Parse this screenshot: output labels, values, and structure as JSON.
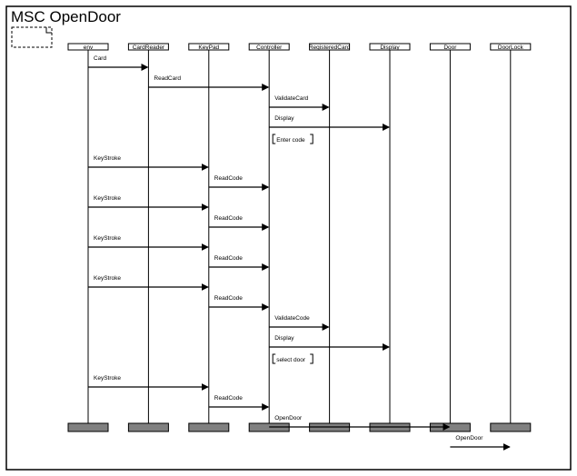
{
  "title": "MSC OpenDoor",
  "instances": [
    {
      "id": "env",
      "label": "env"
    },
    {
      "id": "cardreader",
      "label": "CardReader"
    },
    {
      "id": "keypad",
      "label": "KeyPad"
    },
    {
      "id": "controller",
      "label": "Controller"
    },
    {
      "id": "registeredcard",
      "label": "RegisteredCard"
    },
    {
      "id": "display",
      "label": "Display"
    },
    {
      "id": "door",
      "label": "Door"
    },
    {
      "id": "doorlock",
      "label": "DoorLock"
    }
  ],
  "messages": [
    {
      "from": "env",
      "to": "cardreader",
      "label": "Card"
    },
    {
      "from": "cardreader",
      "to": "controller",
      "label": "ReadCard"
    },
    {
      "from": "controller",
      "to": "registeredcard",
      "label": "ValidateCard"
    },
    {
      "from": "controller",
      "to": "display",
      "label": "Display"
    },
    {
      "note": "controller",
      "label": "Enter code"
    },
    {
      "from": "env",
      "to": "keypad",
      "label": "KeyStroke"
    },
    {
      "from": "keypad",
      "to": "controller",
      "label": "ReadCode"
    },
    {
      "from": "env",
      "to": "keypad",
      "label": "KeyStroke"
    },
    {
      "from": "keypad",
      "to": "controller",
      "label": "ReadCode"
    },
    {
      "from": "env",
      "to": "keypad",
      "label": "KeyStroke"
    },
    {
      "from": "keypad",
      "to": "controller",
      "label": "ReadCode"
    },
    {
      "from": "env",
      "to": "keypad",
      "label": "KeyStroke"
    },
    {
      "from": "keypad",
      "to": "controller",
      "label": "ReadCode"
    },
    {
      "from": "controller",
      "to": "registeredcard",
      "label": "ValidateCode"
    },
    {
      "from": "controller",
      "to": "display",
      "label": "Display"
    },
    {
      "note": "controller",
      "label": "select door"
    },
    {
      "from": "env",
      "to": "keypad",
      "label": "KeyStroke"
    },
    {
      "from": "keypad",
      "to": "controller",
      "label": "ReadCode"
    },
    {
      "from": "controller",
      "to": "door",
      "label": "OpenDoor"
    },
    {
      "from": "door",
      "to": "doorlock",
      "label": "OpenDoor"
    }
  ]
}
